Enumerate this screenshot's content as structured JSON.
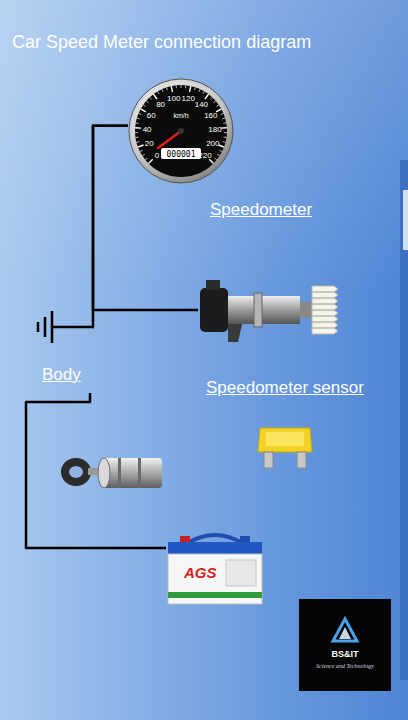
{
  "diagram": {
    "title": "Car Speed Meter connection diagram",
    "nodes": [
      {
        "text": [
          "Speedometer"
        ]
      },
      {
        "text": [
          "Speedometer sensor"
        ]
      },
      {
        "text": [
          "Body"
        ]
      },
      {
        "text": [
          "AGS"
        ]
      },
      {
        "text": [
          "BS&IT",
          "Science and Technology"
        ]
      }
    ],
    "edges": [
      {
        "from": 0,
        "to": 1,
        "arrow": "none"
      },
      {
        "from": 0,
        "to": 2,
        "arrow": "none"
      },
      {
        "from": 2,
        "to": 3,
        "arrow": "none"
      }
    ],
    "labels": [
      "0",
      "20",
      "40",
      "60",
      "80",
      "100",
      "120",
      "140",
      "160",
      "180",
      "200",
      "220",
      "km/h",
      "000001"
    ]
  }
}
